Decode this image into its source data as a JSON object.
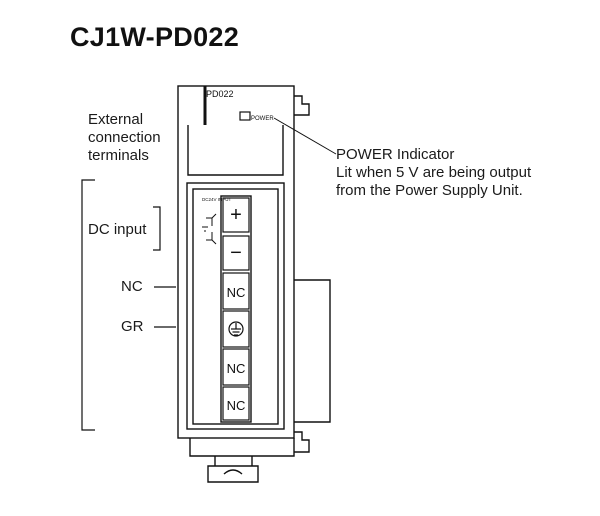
{
  "title": "CJ1W-PD022",
  "module_label": "PD022",
  "power_led_label": "POWER",
  "input_label": "DC24V INPUT",
  "labels": {
    "external_terminals": [
      "External",
      "connection",
      "terminals"
    ],
    "power_indicator_title": "POWER Indicator",
    "power_indicator_desc": [
      "Lit when 5 V are being output",
      "from the Power Supply Unit."
    ],
    "dc_input": "DC input",
    "nc": "NC",
    "gr": "GR"
  },
  "terminals": [
    "+",
    "−",
    "NC",
    "ground-symbol",
    "NC",
    "NC"
  ]
}
